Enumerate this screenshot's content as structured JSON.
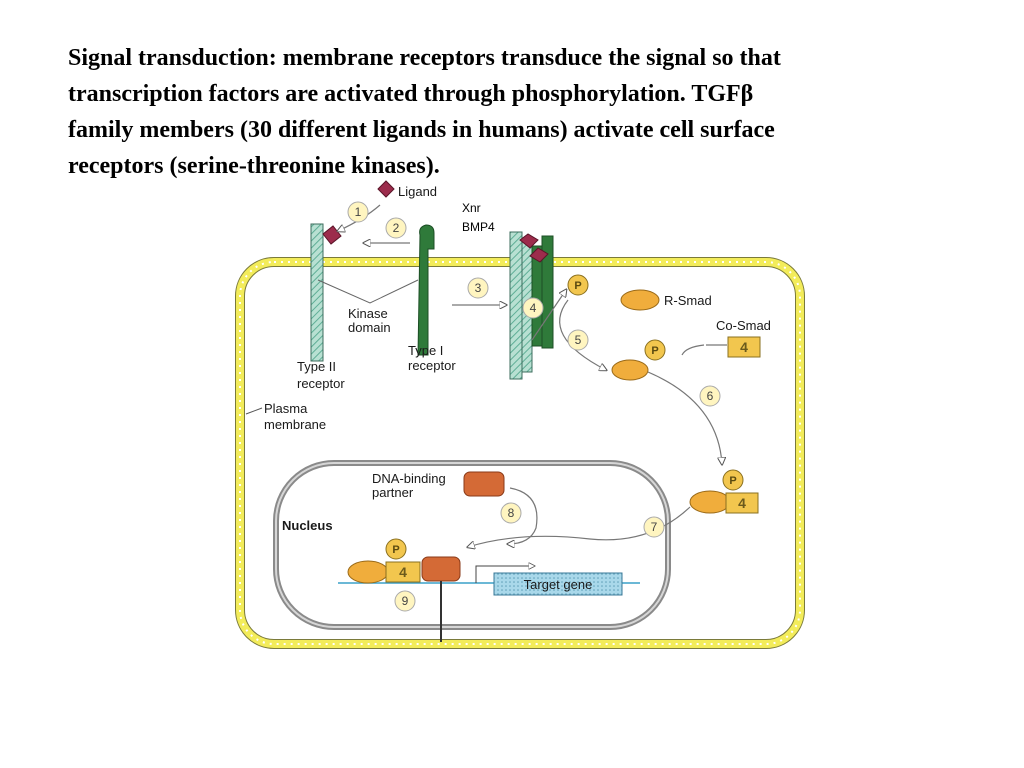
{
  "title_lines": [
    "Signal transduction: membrane receptors transduce the signal so that",
    "transcription factors are activated through phosphorylation.  TGFβ",
    "family members (30 different ligands in humans) activate cell surface",
    "receptors (serine-threonine kinases)."
  ],
  "labels": {
    "ligand": "Ligand",
    "kinase_domain_1": "Kinase",
    "kinase_domain_2": "domain",
    "type2_1": "Type II",
    "type2_2": "receptor",
    "type1_1": "Type I",
    "type1_2": "receptor",
    "plasma_1": "Plasma",
    "plasma_2": "membrane",
    "rsmad": "R-Smad",
    "cosmad": "Co-Smad",
    "dna_partner_1": "DNA-binding",
    "dna_partner_2": "partner",
    "nucleus": "Nucleus",
    "target_gene": "Target gene",
    "xnr": "Xnr",
    "bmp4": "BMP4",
    "phospho": "P",
    "cosmad_number": "4"
  },
  "steps": [
    "1",
    "2",
    "3",
    "4",
    "5",
    "6",
    "7",
    "8",
    "9"
  ],
  "colors": {
    "membrane": "#f3ec5a",
    "receptor_dark": "#2f7a3a",
    "receptor_hatch": "#9ad0c0",
    "ligand": "#9c2c4c",
    "smad": "#f0ad3c",
    "cosmad": "#f2c64e",
    "partner": "#d46a36",
    "gene": "#a9d8ea"
  }
}
